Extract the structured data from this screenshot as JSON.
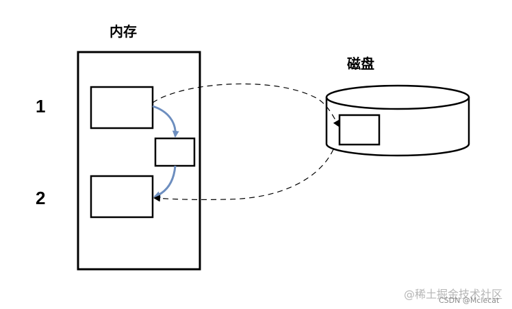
{
  "memory": {
    "title": "内存"
  },
  "disk": {
    "title": "磁盘"
  },
  "steps": {
    "one": "1",
    "two": "2"
  },
  "watermark": {
    "site": "@稀土掘金技术社区",
    "author": "CSDN @Mclecat"
  },
  "colors": {
    "stroke": "#000000",
    "arrow": "#6d8ebf",
    "dashed": "#000000"
  }
}
